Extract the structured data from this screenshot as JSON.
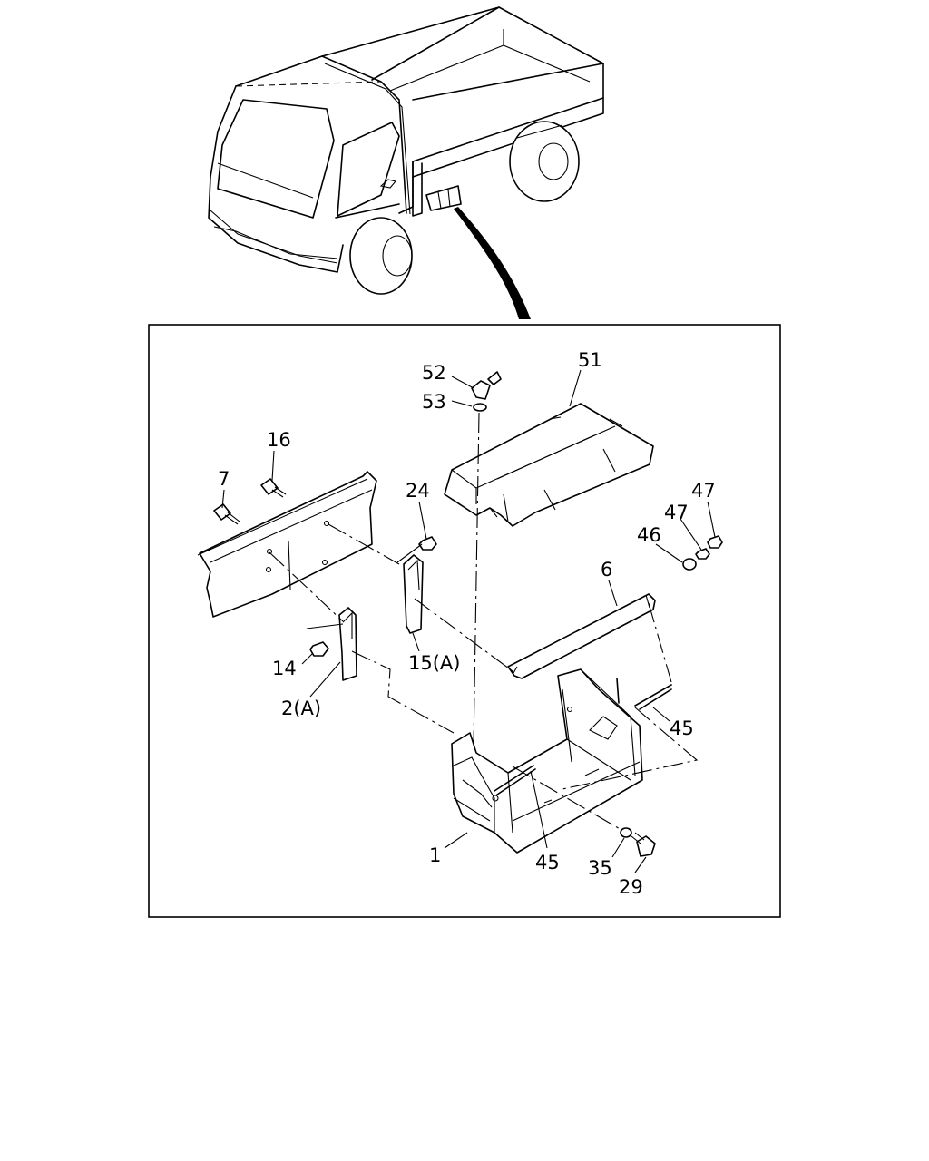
{
  "callouts": {
    "c51": "51",
    "c52": "52",
    "c53": "53",
    "c16": "16",
    "c7": "7",
    "c24": "24",
    "c47a": "47",
    "c47b": "47",
    "c46": "46",
    "c6": "6",
    "c14": "14",
    "c15a": "15(A)",
    "c2a": "2(A)",
    "c45a": "45",
    "c1": "1",
    "c45b": "45",
    "c35": "35",
    "c29": "29"
  }
}
